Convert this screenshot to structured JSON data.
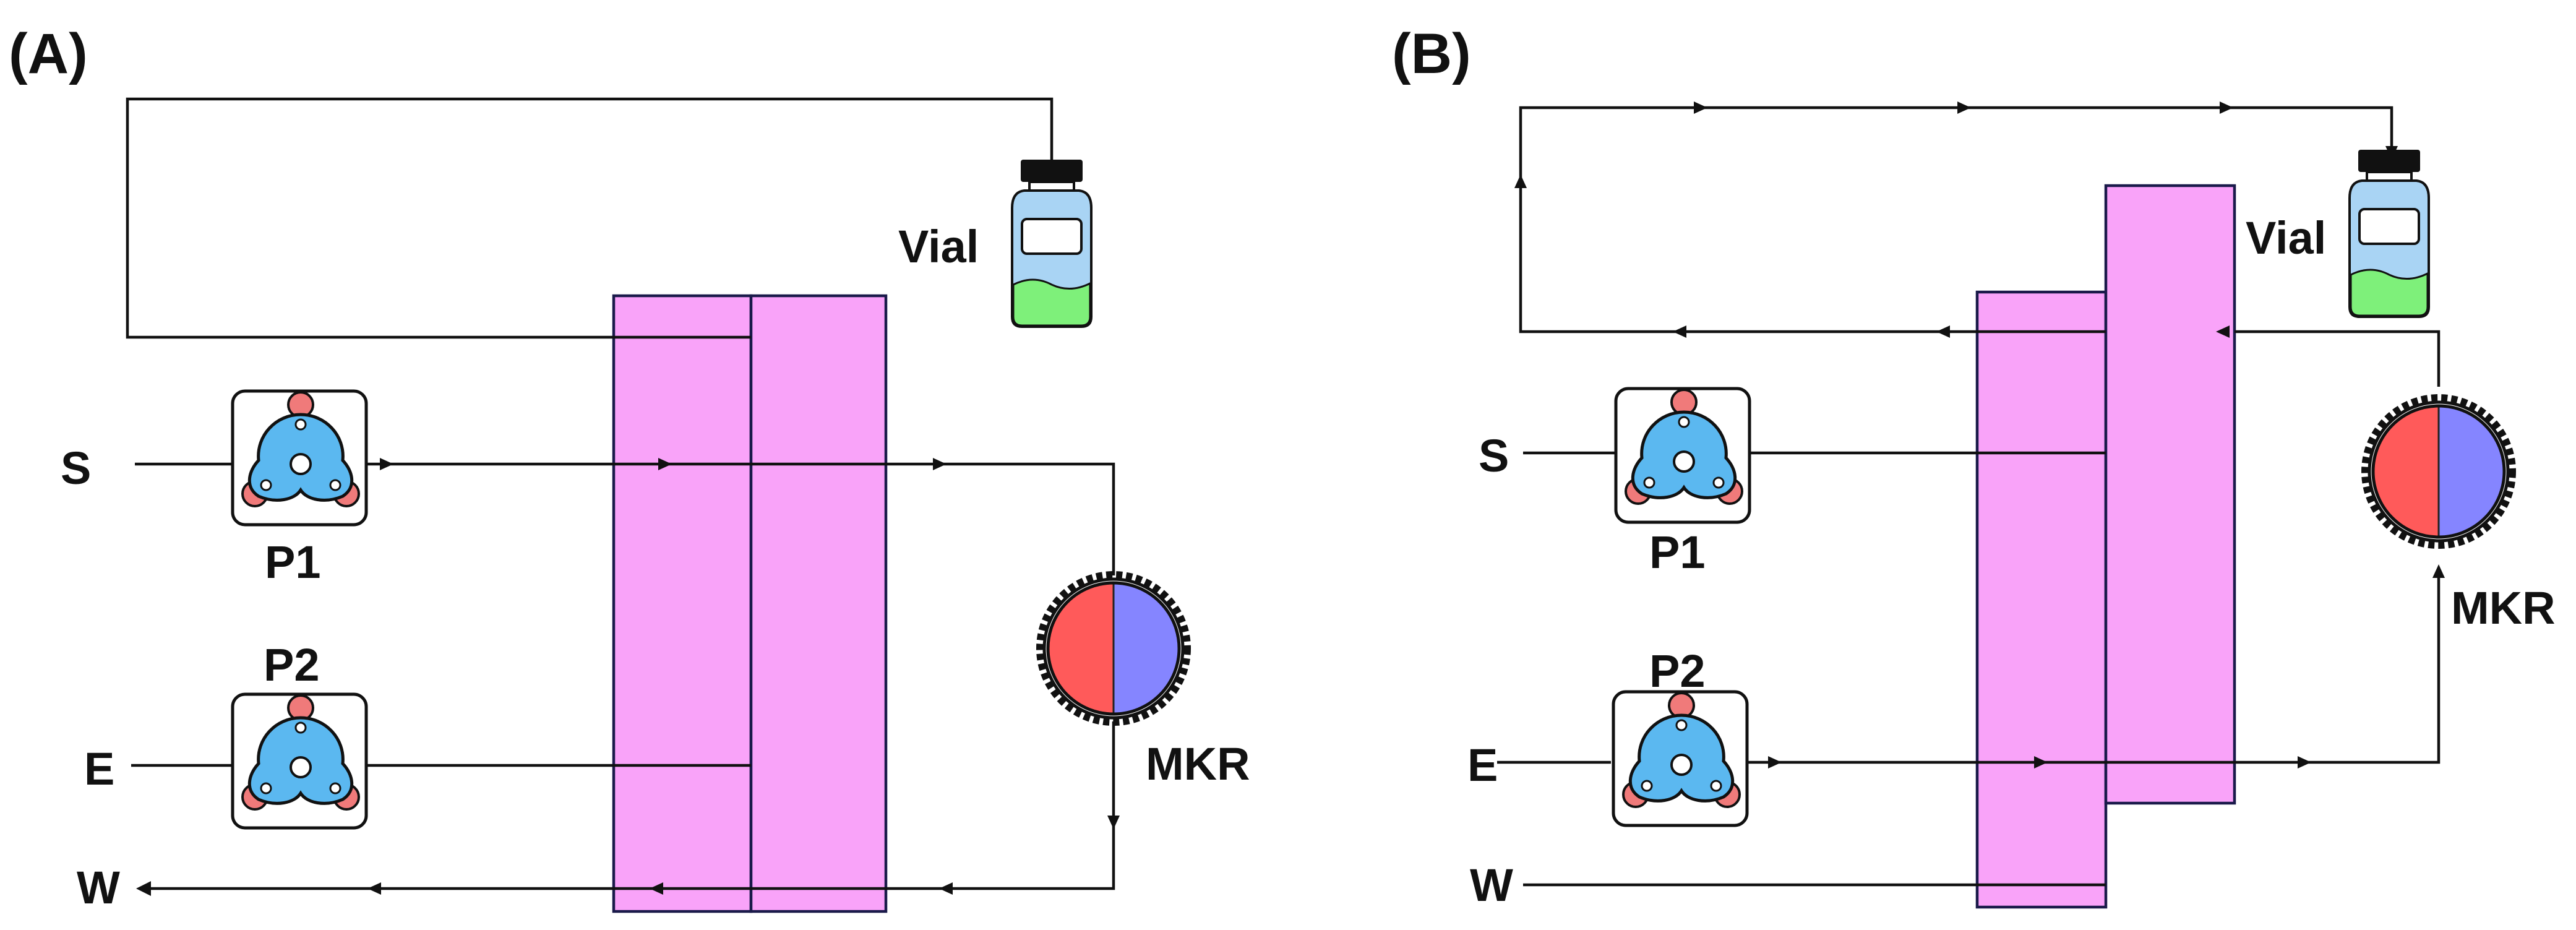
{
  "panels": [
    {
      "id": "A",
      "label": "(A)",
      "inlets": {
        "s": "S",
        "e": "E",
        "w": "W"
      },
      "pumps": [
        "P1",
        "P2"
      ],
      "vial": "Vial",
      "mixer": "MKR"
    },
    {
      "id": "B",
      "label": "(B)",
      "inlets": {
        "s": "S",
        "e": "E",
        "w": "W"
      },
      "pumps": [
        "P1",
        "P2"
      ],
      "vial": "Vial",
      "mixer": "MKR"
    }
  ],
  "colors": {
    "column": "#f9a3f9",
    "mixer_left": "#ff5a5a",
    "mixer_right": "#8585ff",
    "pump_body": "#5bb8f0",
    "pump_roller": "#f07a7a",
    "vial_glass": "#a9d4f4",
    "vial_liquid": "#7ef07a",
    "vial_cap": "#111111"
  },
  "icons": [
    "peristaltic-pump-icon",
    "vial-icon",
    "mixer-icon",
    "arrow-icon"
  ]
}
